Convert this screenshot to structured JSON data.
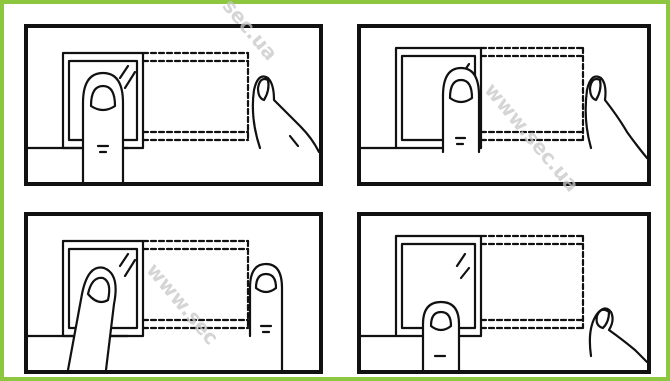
{
  "watermark": {
    "text_top": "sec.ua",
    "text_right": "www.sec.ua",
    "text_bottom": "www.sec"
  },
  "colors": {
    "border_accent": "#8dc63f",
    "line": "#111111",
    "watermark": "#c8c8c8"
  },
  "panels": [
    {
      "id": "correct-placement",
      "finger_position": "center",
      "hand": "right"
    },
    {
      "id": "finger-too-high",
      "finger_position": "high",
      "hand": "right"
    },
    {
      "id": "finger-tilted",
      "finger_position": "slanted",
      "hand": "right"
    },
    {
      "id": "finger-too-low",
      "finger_position": "low",
      "hand": "right"
    }
  ]
}
